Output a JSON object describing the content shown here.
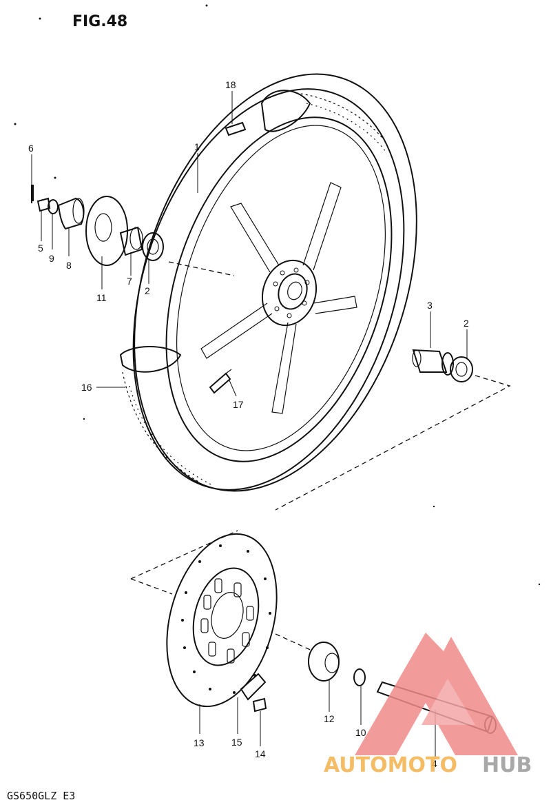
{
  "header": {
    "title": "FIG.48"
  },
  "footer": {
    "model_code": "GS650GLZ  E3"
  },
  "watermark": {
    "brand_part1": "AUTOMOTO",
    "brand_part2": "HUB",
    "color_primary": "#f08a8a",
    "color_secondary": "#9a9a9a"
  },
  "parts": [
    {
      "id": "1",
      "label": "1"
    },
    {
      "id": "2a",
      "label": "2"
    },
    {
      "id": "2b",
      "label": "2"
    },
    {
      "id": "3",
      "label": "3"
    },
    {
      "id": "4",
      "label": "4"
    },
    {
      "id": "5",
      "label": "5"
    },
    {
      "id": "6",
      "label": "6"
    },
    {
      "id": "7",
      "label": "7"
    },
    {
      "id": "8",
      "label": "8"
    },
    {
      "id": "9",
      "label": "9"
    },
    {
      "id": "10",
      "label": "10"
    },
    {
      "id": "11",
      "label": "11"
    },
    {
      "id": "12",
      "label": "12"
    },
    {
      "id": "13",
      "label": "13"
    },
    {
      "id": "14",
      "label": "14"
    },
    {
      "id": "15",
      "label": "15"
    },
    {
      "id": "16",
      "label": "16"
    },
    {
      "id": "17",
      "label": "17"
    },
    {
      "id": "18",
      "label": "18"
    }
  ]
}
